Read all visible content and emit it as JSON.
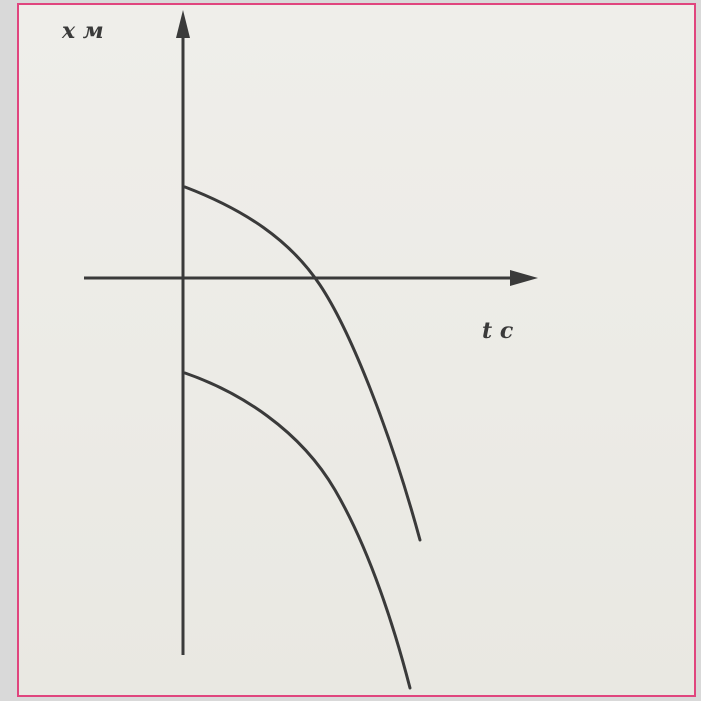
{
  "diagram": {
    "y_axis_label": "x м",
    "x_axis_label": "t c",
    "colors": {
      "frame_border": "#e0457e",
      "ink": "#3a3a3a",
      "paper": "#eeede8"
    },
    "curves": [
      {
        "name": "upper-curve"
      },
      {
        "name": "lower-curve"
      }
    ]
  }
}
